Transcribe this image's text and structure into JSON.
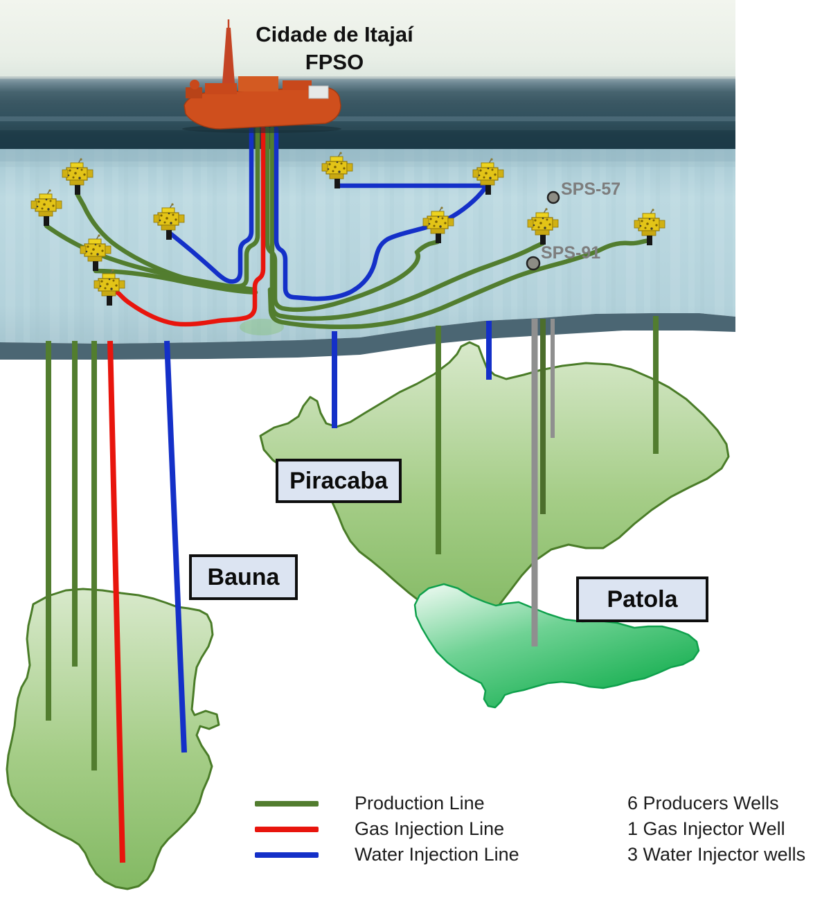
{
  "diagram": {
    "title_line1": "Cidade de Itajaí",
    "title_line2": "FPSO",
    "fields": {
      "bauna": "Bauna",
      "piracaba": "Piracaba",
      "patola": "Patola"
    },
    "exploration_wells": {
      "sps57": "SPS-57",
      "sps91": "SPS-91"
    },
    "legend": [
      {
        "label": "Production Line",
        "color": "#527d2f"
      },
      {
        "label": "Gas Injection Line",
        "color": "#e8150d"
      },
      {
        "label": "Water Injection Line",
        "color": "#1430c8"
      }
    ],
    "well_summary": [
      "6 Producers Wells",
      "1 Gas Injector Well",
      "3 Water Injector wells"
    ],
    "counts": {
      "producers": 6,
      "gas_injectors": 1,
      "water_injectors": 3
    },
    "colors": {
      "production_line": "#527d2f",
      "gas_injection_line": "#e8150d",
      "water_injection_line": "#1430c8",
      "exploration_well_gray": "#8f8f8f",
      "water_column": "#b7d5de",
      "seabed": "#4b6673",
      "reservoir_light_green": "#a7cc8a",
      "reservoir_bright_green": "#14ae4e",
      "label_box": "#dce4f2",
      "fpso_hull": "#cf4f1d"
    }
  }
}
